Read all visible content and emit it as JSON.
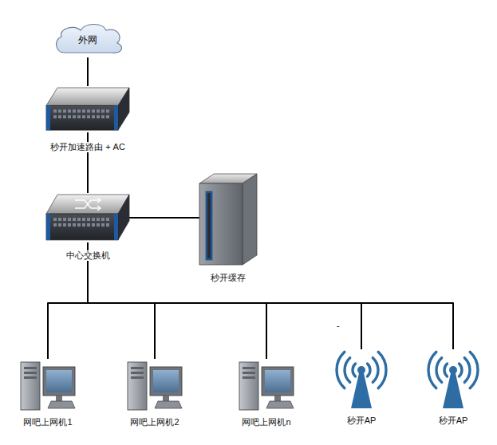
{
  "diagram": {
    "nodes": [
      {
        "text": [
          "外网"
        ]
      },
      {
        "text": [
          "秒开加速路由 + AC"
        ]
      },
      {
        "text": [
          "中心交换机"
        ]
      },
      {
        "text": [
          "秒开缓存"
        ]
      },
      {
        "text": [
          "网吧上网机1"
        ]
      },
      {
        "text": [
          "网吧上网机2"
        ]
      },
      {
        "text": [
          "网吧上网机n"
        ]
      },
      {
        "text": [
          "秒开AP"
        ]
      },
      {
        "text": [
          "秒开AP"
        ]
      }
    ],
    "edges": [
      {
        "from": 0,
        "to": 1,
        "arrow": "none"
      },
      {
        "from": 1,
        "to": 2,
        "arrow": "none"
      },
      {
        "from": 2,
        "to": 3,
        "arrow": "none"
      },
      {
        "from": 2,
        "to": 4,
        "arrow": "none"
      },
      {
        "from": 2,
        "to": 5,
        "arrow": "none"
      },
      {
        "from": 2,
        "to": 6,
        "arrow": "none"
      },
      {
        "from": 2,
        "to": 7,
        "arrow": "none"
      },
      {
        "from": 2,
        "to": 8,
        "arrow": "none"
      }
    ],
    "labels": [
      "-"
    ]
  }
}
